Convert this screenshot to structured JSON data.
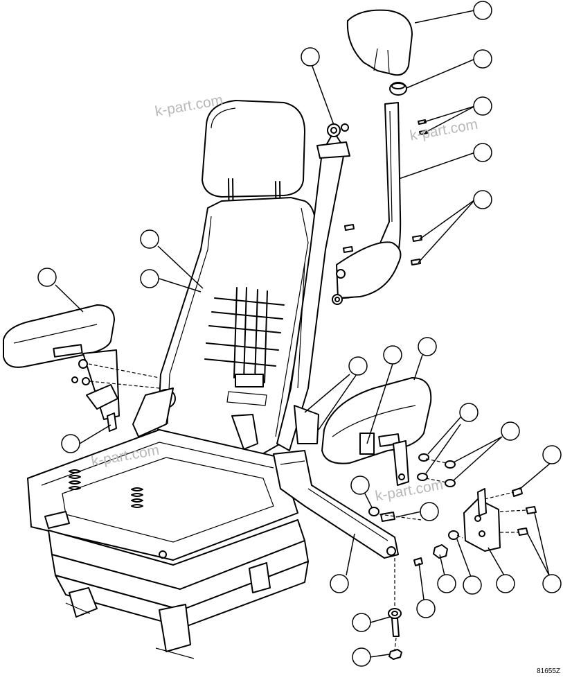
{
  "diagram": {
    "drawing_number": "81655Z",
    "watermark": "k-part.com"
  },
  "callouts": [
    {
      "id": "c1"
    },
    {
      "id": "c2"
    },
    {
      "id": "c3"
    },
    {
      "id": "c4"
    },
    {
      "id": "c5"
    },
    {
      "id": "c6"
    },
    {
      "id": "c7"
    },
    {
      "id": "c8"
    },
    {
      "id": "c9"
    },
    {
      "id": "c10"
    },
    {
      "id": "c11"
    },
    {
      "id": "c12"
    },
    {
      "id": "c13"
    },
    {
      "id": "c14"
    },
    {
      "id": "c15"
    },
    {
      "id": "c16"
    },
    {
      "id": "c17"
    },
    {
      "id": "c18"
    },
    {
      "id": "c19"
    },
    {
      "id": "c20"
    },
    {
      "id": "c21"
    },
    {
      "id": "c22"
    },
    {
      "id": "c23"
    },
    {
      "id": "c24"
    },
    {
      "id": "c25"
    },
    {
      "id": "c26"
    },
    {
      "id": "c27"
    },
    {
      "id": "c28"
    }
  ]
}
